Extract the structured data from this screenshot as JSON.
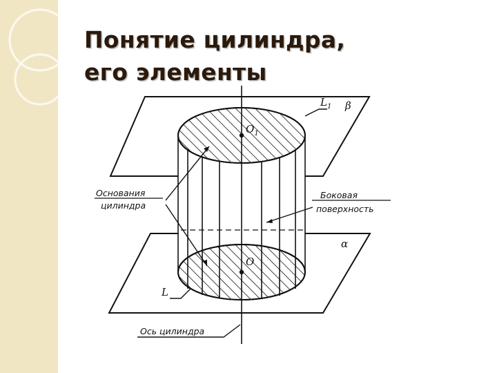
{
  "slide": {
    "title_line1": "Понятие цилиндра,",
    "title_line2": "его элементы"
  },
  "diagram": {
    "label_L1": "L",
    "label_L1_sub": "1",
    "label_beta": "β",
    "label_alpha": "α",
    "label_O1": "O",
    "label_O1_sub": "1",
    "label_O": "O",
    "label_L": "L",
    "bases_line1": "Основания",
    "bases_line2": "цилиндра",
    "lateral_line1": "Боковая",
    "lateral_line2": "поверхность",
    "axis_label": "Ось цилиндра"
  },
  "colors": {
    "strip": "#f1e6c4",
    "title": "#2b1a0c",
    "lines": "#111111"
  }
}
